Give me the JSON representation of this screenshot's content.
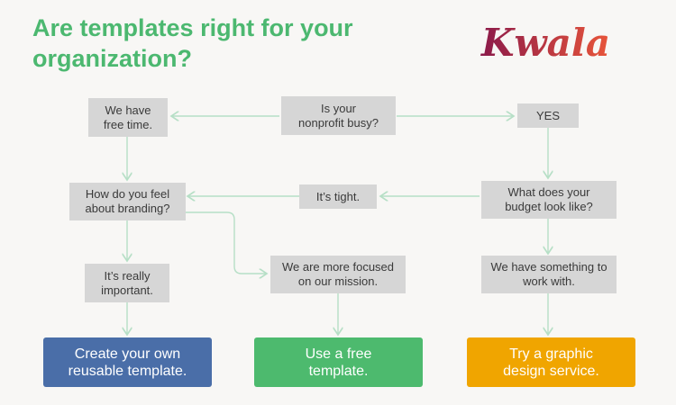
{
  "title": "Are templates right for your\norganization?",
  "logo_text": "Kwala",
  "colors": {
    "title": "#4cb870",
    "node": "#d6d6d6",
    "connector": "#b6dfc6",
    "outcome_custom": "#4a6ea8",
    "outcome_free": "#4dba6e",
    "outcome_service": "#f0a500",
    "logo_start": "#8b1a4a",
    "logo_end": "#e8553a"
  },
  "nodes": {
    "busy": "Is your\nnonprofit busy?",
    "free_time": "We have\nfree time.",
    "yes": "YES",
    "branding": "How do you feel\nabout branding?",
    "tight": "It’s tight.",
    "budget": "What does your\nbudget look like?",
    "important": "It’s really\nimportant.",
    "mission": "We are more focused\non our mission.",
    "something": "We have something to\nwork with."
  },
  "outcomes": {
    "custom": "Create your own\nreusable template.",
    "free": "Use a free\ntemplate.",
    "service": "Try a graphic\ndesign service."
  }
}
